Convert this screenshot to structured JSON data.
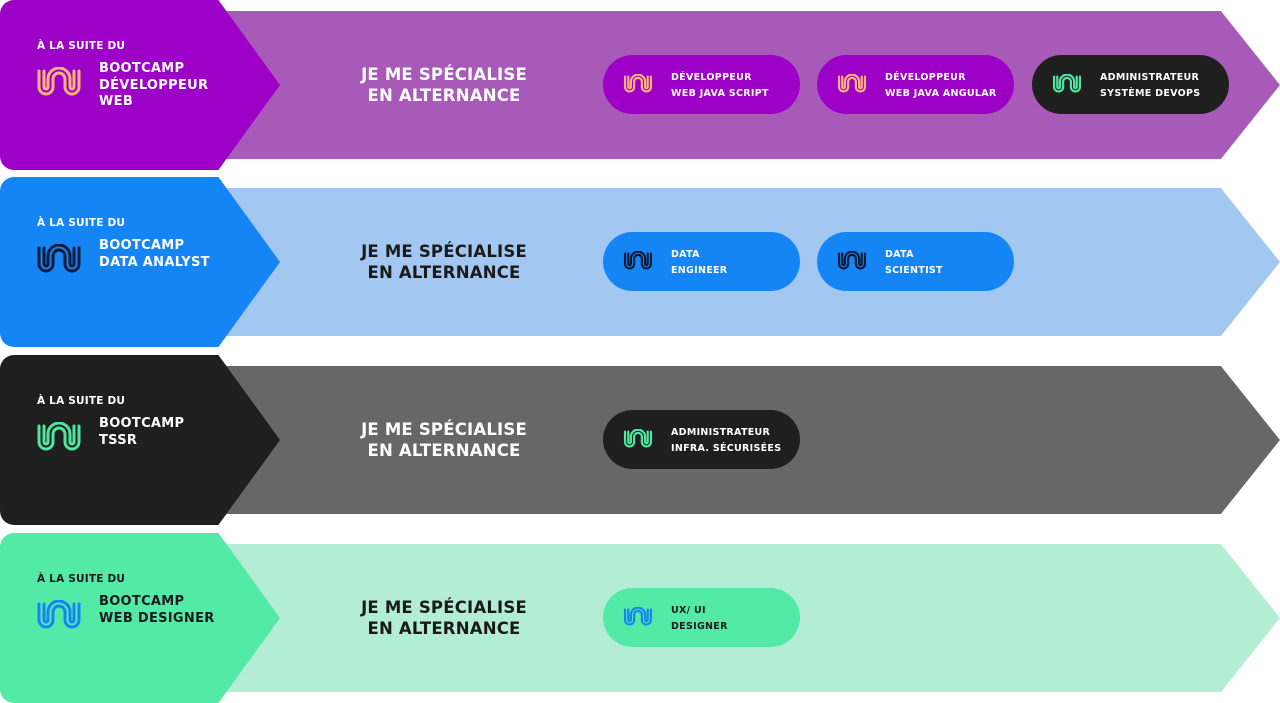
{
  "rows": [
    {
      "head_color": "#9d00c6",
      "band_color": "#a75ab8",
      "head_text_color": "#ffffff",
      "spec_text_color": "#ffffff",
      "logo_color": "#ffb27a",
      "kicker": "À LA SUITE DU",
      "bootcamp": [
        "BOOTCAMP",
        "DÉVELOPPEUR",
        "WEB"
      ],
      "spec": [
        "JE ME SPÉCIALISE",
        "EN ALTERNANCE"
      ],
      "pills": [
        {
          "label": [
            "DÉVELOPPEUR",
            "WEB JAVA SCRIPT"
          ],
          "bg": "#9d00c6",
          "fg": "#ffffff",
          "icon_color": "#ffb27a",
          "icon": "wave-logo-icon"
        },
        {
          "label": [
            "DÉVELOPPEUR",
            "WEB JAVA ANGULAR"
          ],
          "bg": "#9d00c6",
          "fg": "#ffffff",
          "icon_color": "#ffb27a",
          "icon": "wave-logo-icon"
        },
        {
          "label": [
            "ADMINISTRATEUR",
            "SYSTÈME DEVOPS"
          ],
          "bg": "#1f1f1f",
          "fg": "#ffffff",
          "icon_color": "#4fe6a0",
          "icon": "wave-logo-icon"
        }
      ]
    },
    {
      "head_color": "#1585f5",
      "band_color": "#a2c8f1",
      "head_text_color": "#ffffff",
      "spec_text_color": "#1a1a1a",
      "logo_color": "#0d1b3a",
      "kicker": "À LA SUITE DU",
      "bootcamp": [
        "BOOTCAMP",
        "DATA ANALYST"
      ],
      "spec": [
        "JE ME SPÉCIALISE",
        "EN ALTERNANCE"
      ],
      "pills": [
        {
          "label": [
            "DATA",
            "ENGINEER"
          ],
          "bg": "#1585f5",
          "fg": "#ffffff",
          "icon_color": "#0d1b3a",
          "icon": "wave-logo-icon"
        },
        {
          "label": [
            "DATA",
            "SCIENTIST"
          ],
          "bg": "#1585f5",
          "fg": "#ffffff",
          "icon_color": "#0d1b3a",
          "icon": "wave-logo-icon"
        }
      ]
    },
    {
      "head_color": "#1f1f1f",
      "band_color": "#676767",
      "head_text_color": "#ffffff",
      "spec_text_color": "#ffffff",
      "logo_color": "#4fe6a0",
      "kicker": "À LA SUITE DU",
      "bootcamp": [
        "BOOTCAMP",
        "TSSR"
      ],
      "spec": [
        "JE ME SPÉCIALISE",
        "EN ALTERNANCE"
      ],
      "pills": [
        {
          "label": [
            "ADMINISTRATEUR",
            "INFRA. SÉCURISÉES"
          ],
          "bg": "#1f1f1f",
          "fg": "#ffffff",
          "icon_color": "#4fe6a0",
          "icon": "wave-logo-icon"
        }
      ]
    },
    {
      "head_color": "#52eaa6",
      "band_color": "#b3edd4",
      "head_text_color": "#1a1a1a",
      "spec_text_color": "#1a1a1a",
      "logo_color": "#1585f5",
      "kicker": "À LA SUITE DU",
      "bootcamp": [
        "BOOTCAMP",
        "WEB DESIGNER"
      ],
      "spec": [
        "JE ME SPÉCIALISE",
        "EN ALTERNANCE"
      ],
      "pills": [
        {
          "label": [
            "UX/ UI",
            "DESIGNER"
          ],
          "bg": "#52eaa6",
          "fg": "#1a1a1a",
          "icon_color": "#1585f5",
          "icon": "wave-logo-icon"
        }
      ]
    }
  ]
}
